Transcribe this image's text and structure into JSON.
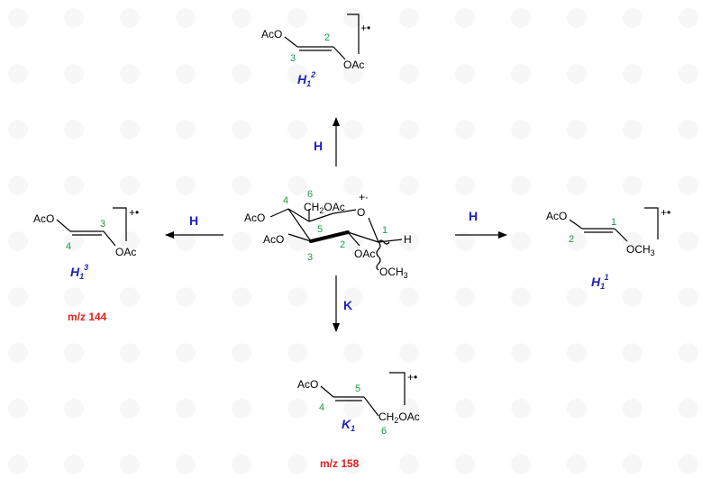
{
  "center": {
    "aco_4": "AcO",
    "aco_3": "AcO",
    "ch2oac_a": "CH",
    "ch2oac_b": "2",
    "ch2oac_c": "OAc",
    "ring_o": "O",
    "radical": "+·",
    "h": "H",
    "oac_2": "OAc",
    "och3_a": "OCH",
    "och3_b": "3",
    "n1": "1",
    "n2": "2",
    "n3": "3",
    "n4": "4",
    "n5": "5",
    "n6": "6"
  },
  "arrows": {
    "up": "H",
    "left": "H",
    "right": "H",
    "down": "K"
  },
  "fragments": {
    "top": {
      "left_group": "AcO",
      "right_group": "OAc",
      "n_left": "3",
      "n_right": "2",
      "charge": "+•",
      "label": "H",
      "sub": "1",
      "sup": "2"
    },
    "left": {
      "left_group": "AcO",
      "right_group": "OAc",
      "n_left": "4",
      "n_right": "3",
      "charge": "+•",
      "label": "H",
      "sub": "1",
      "sup": "3",
      "mz": "m/z 144"
    },
    "right": {
      "left_group": "AcO",
      "right_a": "OCH",
      "right_b": "3",
      "n_left": "2",
      "n_right": "1",
      "charge": "+•",
      "label": "H",
      "sub": "1",
      "sup": "1"
    },
    "bottom": {
      "left_group": "AcO",
      "right_a": "CH",
      "right_b": "2",
      "right_c": "OAc",
      "n_left": "4",
      "n_mid": "5",
      "n_right": "6",
      "charge": "+•",
      "label": "K",
      "sub": "1",
      "mz": "m/z 158"
    }
  }
}
